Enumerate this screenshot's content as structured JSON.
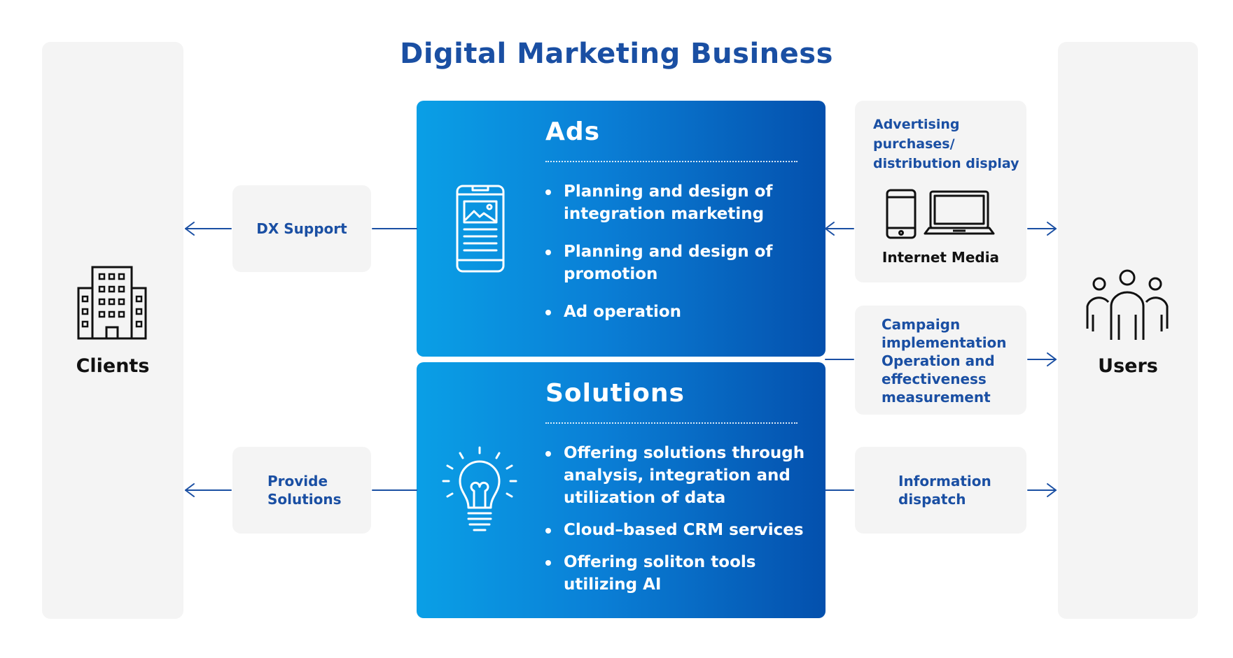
{
  "title": "Digital Marketing Business",
  "clients": {
    "label": "Clients",
    "icon": "building-icon"
  },
  "users": {
    "label": "Users",
    "icon": "people-group-icon"
  },
  "ads": {
    "heading": "Ads",
    "icon": "smartphone-ad-icon",
    "bullets": [
      "Planning and design of integration marketing",
      "Planning and design of promotion",
      "Ad operation"
    ]
  },
  "solutions": {
    "heading": "Solutions",
    "icon": "lightbulb-icon",
    "bullets": [
      "Offering solutions through analysis, integration and utilization of data",
      "Cloud–based CRM services",
      "Offering soliton tools utilizing AI"
    ]
  },
  "left_boxes": {
    "dx_support": "DX Support",
    "provide_solutions": "Provide Solutions"
  },
  "right_boxes": {
    "advertising": "Advertising purchases/ distribution display",
    "internet_media": "Internet Media",
    "campaign": "Campaign implementation Operation and effectiveness measurement",
    "information": "Information dispatch"
  },
  "colors": {
    "title_blue": "#1a4fa3",
    "gradient_start": "#0a9fe6",
    "gradient_end": "#0450ad",
    "panel_gray": "#f4f4f4",
    "arrow_blue": "#1a4fa3"
  }
}
